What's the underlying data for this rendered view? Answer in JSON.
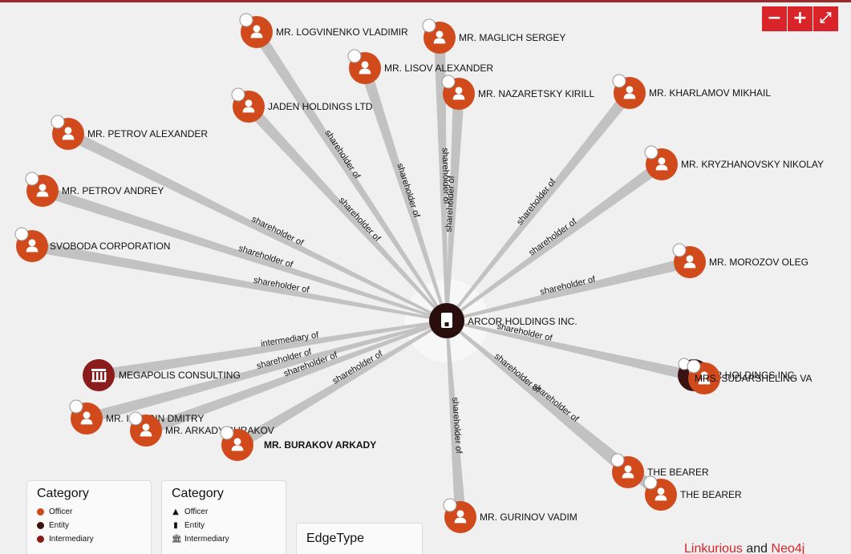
{
  "colors": {
    "officer": "#d04a1c",
    "entity": "#3a1212",
    "intermediary": "#8a1c1c",
    "edge": "#c2c2c2",
    "accent": "#d9242a"
  },
  "zoom": {
    "minus": "−",
    "plus": "+",
    "fullscreen": "⤢"
  },
  "center": {
    "label": "ARCOR HOLDINGS INC."
  },
  "nodes": [
    {
      "label": "MR. LOGVINENKO VLADIMIR",
      "type": "officer"
    },
    {
      "label": "MR. MAGLICH SERGEY",
      "type": "officer"
    },
    {
      "label": "MR. LISOV ALEXANDER",
      "type": "officer"
    },
    {
      "label": "MR. NAZARETSKY KIRILL",
      "type": "officer"
    },
    {
      "label": "MR. KHARLAMOV MIKHAIL",
      "type": "officer"
    },
    {
      "label": "JADEN HOLDINGS LTD",
      "type": "officer"
    },
    {
      "label": "MR. PETROV ALEXANDER",
      "type": "officer"
    },
    {
      "label": "MR. KRYZHANOVSKY NIKOLAY",
      "type": "officer"
    },
    {
      "label": "MR. PETROV ANDREY",
      "type": "officer"
    },
    {
      "label": "SVOBODA CORPORATION",
      "type": "officer"
    },
    {
      "label": "MR. MOROZOV OLEG",
      "type": "officer"
    },
    {
      "label": "MEGAPOLIS CONSULTING",
      "type": "intermediary"
    },
    {
      "label": "ARCOR HOLDINGS INC.",
      "type": "entity"
    },
    {
      "label": "MRS. SUDARSHELING VA",
      "type": "officer"
    },
    {
      "label": "MR. ISTYGIN DMITRY",
      "type": "officer"
    },
    {
      "label": "MR. ARKADY BURAKOV",
      "type": "officer"
    },
    {
      "label": "MR. BURAKOV ARKADY",
      "type": "officer"
    },
    {
      "label": "MR. GURINOV VADIM",
      "type": "officer"
    },
    {
      "label": "THE BEARER",
      "type": "officer"
    },
    {
      "label": "THE BEARER",
      "type": "officer"
    }
  ],
  "edges": [
    {
      "label": "shareholder of"
    },
    {
      "label": "shareholder of"
    },
    {
      "label": "shareholder of"
    },
    {
      "label": "shareholder of"
    },
    {
      "label": "shareholder of"
    },
    {
      "label": "shareholder of"
    },
    {
      "label": "shareholder of"
    },
    {
      "label": "shareholder of"
    },
    {
      "label": "shareholder of"
    },
    {
      "label": "shareholder of"
    },
    {
      "label": "shareholder of"
    },
    {
      "label": "intermediary of"
    },
    {
      "label": "shareholder of"
    },
    {
      "label": "shareholder of"
    },
    {
      "label": "shareholder of"
    },
    {
      "label": "shareholder of"
    },
    {
      "label": "shareholder of"
    },
    {
      "label": "shareholder of"
    },
    {
      "label": "shareholder of"
    }
  ],
  "legend_color": {
    "title": "Category",
    "items": [
      "Officer",
      "Entity",
      "Intermediary"
    ]
  },
  "legend_icon": {
    "title": "Category",
    "items": [
      "Officer",
      "Entity",
      "Intermediary"
    ]
  },
  "legend_edge": {
    "title": "EdgeType"
  },
  "brand": {
    "part1": "Linkurious",
    "part2": " and ",
    "part3": "Neo4j"
  }
}
